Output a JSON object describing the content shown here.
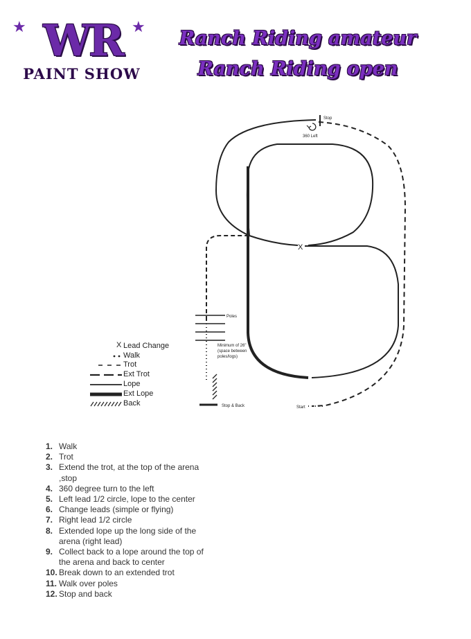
{
  "logo": {
    "main": "WR",
    "sub": "PAINT SHOW"
  },
  "title": {
    "line1": "Ranch Riding amateur",
    "line2": "Ranch Riding open"
  },
  "diagram": {
    "labels": {
      "stop": "Stop",
      "turn": "360 Left",
      "center": "X",
      "poles": "Poles",
      "min1": "Minimum of 26\"",
      "min2": "(space between",
      "min3": "poles/logs)",
      "stop_back": "Stop & Back",
      "start": "Start"
    }
  },
  "legend": [
    {
      "key": "lead-change",
      "symbol": "X",
      "label": "Lead Change"
    },
    {
      "key": "walk",
      "label": "Walk"
    },
    {
      "key": "trot",
      "label": "Trot"
    },
    {
      "key": "ext-trot",
      "label": "Ext Trot"
    },
    {
      "key": "lope",
      "label": "Lope"
    },
    {
      "key": "ext-lope",
      "label": "Ext Lope"
    },
    {
      "key": "back",
      "label": "Back"
    }
  ],
  "steps": [
    {
      "num": "1.",
      "text": "Walk"
    },
    {
      "num": "2.",
      "text": "Trot"
    },
    {
      "num": "3.",
      "text": "Extend the trot, at the top of the arena ,stop"
    },
    {
      "num": "4.",
      "text": "360 degree turn to the left"
    },
    {
      "num": "5.",
      "text": "Left lead 1/2 circle, lope to the center"
    },
    {
      "num": "6.",
      "text": "Change leads (simple or flying)"
    },
    {
      "num": "7.",
      "text": "Right lead 1/2 circle"
    },
    {
      "num": "8.",
      "text": "Extended lope up the long side of the arena (right lead)"
    },
    {
      "num": "9.",
      "text": "Collect back to a lope around the top of the arena and back to center"
    },
    {
      "num": "10.",
      "text": "Break down to an extended trot"
    },
    {
      "num": "11.",
      "text": "Walk over poles"
    },
    {
      "num": "12.",
      "text": "Stop and back"
    }
  ],
  "colors": {
    "brand": "#6b2aa8",
    "title": "#7b2fc0",
    "line": "#222222"
  }
}
